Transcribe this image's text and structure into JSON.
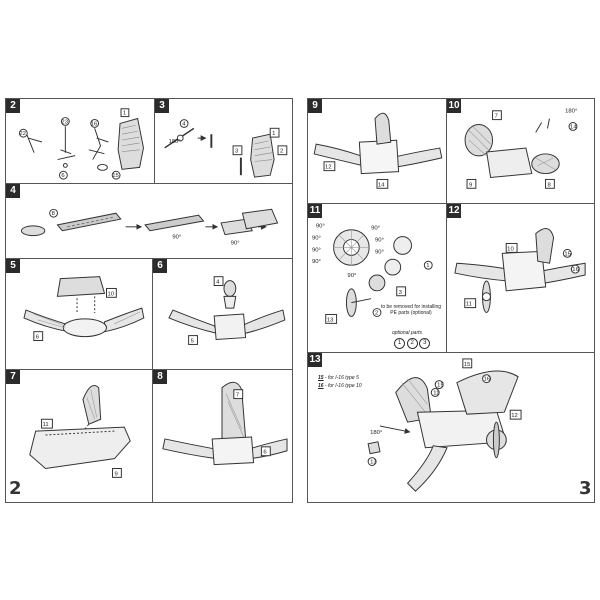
{
  "left_page": {
    "page_number": "2",
    "steps": [
      {
        "number": "2",
        "labels": [
          "22",
          "23",
          "16",
          "1",
          "6",
          "15"
        ]
      },
      {
        "number": "3",
        "labels": [
          "4",
          "180°",
          "2",
          "1",
          "3"
        ]
      },
      {
        "number": "4",
        "labels": [
          "8",
          "90°",
          "90°"
        ]
      },
      {
        "number": "5",
        "labels": [
          "10",
          "6"
        ]
      },
      {
        "number": "6",
        "labels": [
          "4",
          "5"
        ]
      },
      {
        "number": "7",
        "labels": [
          "11",
          "9"
        ]
      },
      {
        "number": "8",
        "labels": [
          "7",
          "6"
        ]
      }
    ]
  },
  "right_page": {
    "page_number": "3",
    "steps": [
      {
        "number": "9",
        "labels": [
          "12",
          "14"
        ]
      },
      {
        "number": "10",
        "labels": [
          "7",
          "180°",
          "14",
          "9",
          "8"
        ]
      },
      {
        "number": "11",
        "labels": [
          "90°",
          "90°",
          "90°",
          "90°",
          "90°",
          "90°",
          "90°",
          "90°",
          "1",
          "3",
          "2",
          "13"
        ]
      },
      {
        "number": "12",
        "labels": [
          "10",
          "15",
          "11",
          "16"
        ]
      },
      {
        "number": "13",
        "labels": [
          "15",
          "16",
          "11",
          "12",
          "180°",
          "13"
        ]
      }
    ],
    "step11_removal_note": "to be removed for installing PE parts (optional)",
    "step11_optional_title": "optional parts",
    "step11_optional_parts": [
      "1",
      "2",
      "3"
    ],
    "step13_notes": [
      {
        "part": "15",
        "text": " - for I-16 type 5"
      },
      {
        "part": "16",
        "text": " - for I-16 type 10"
      }
    ]
  }
}
